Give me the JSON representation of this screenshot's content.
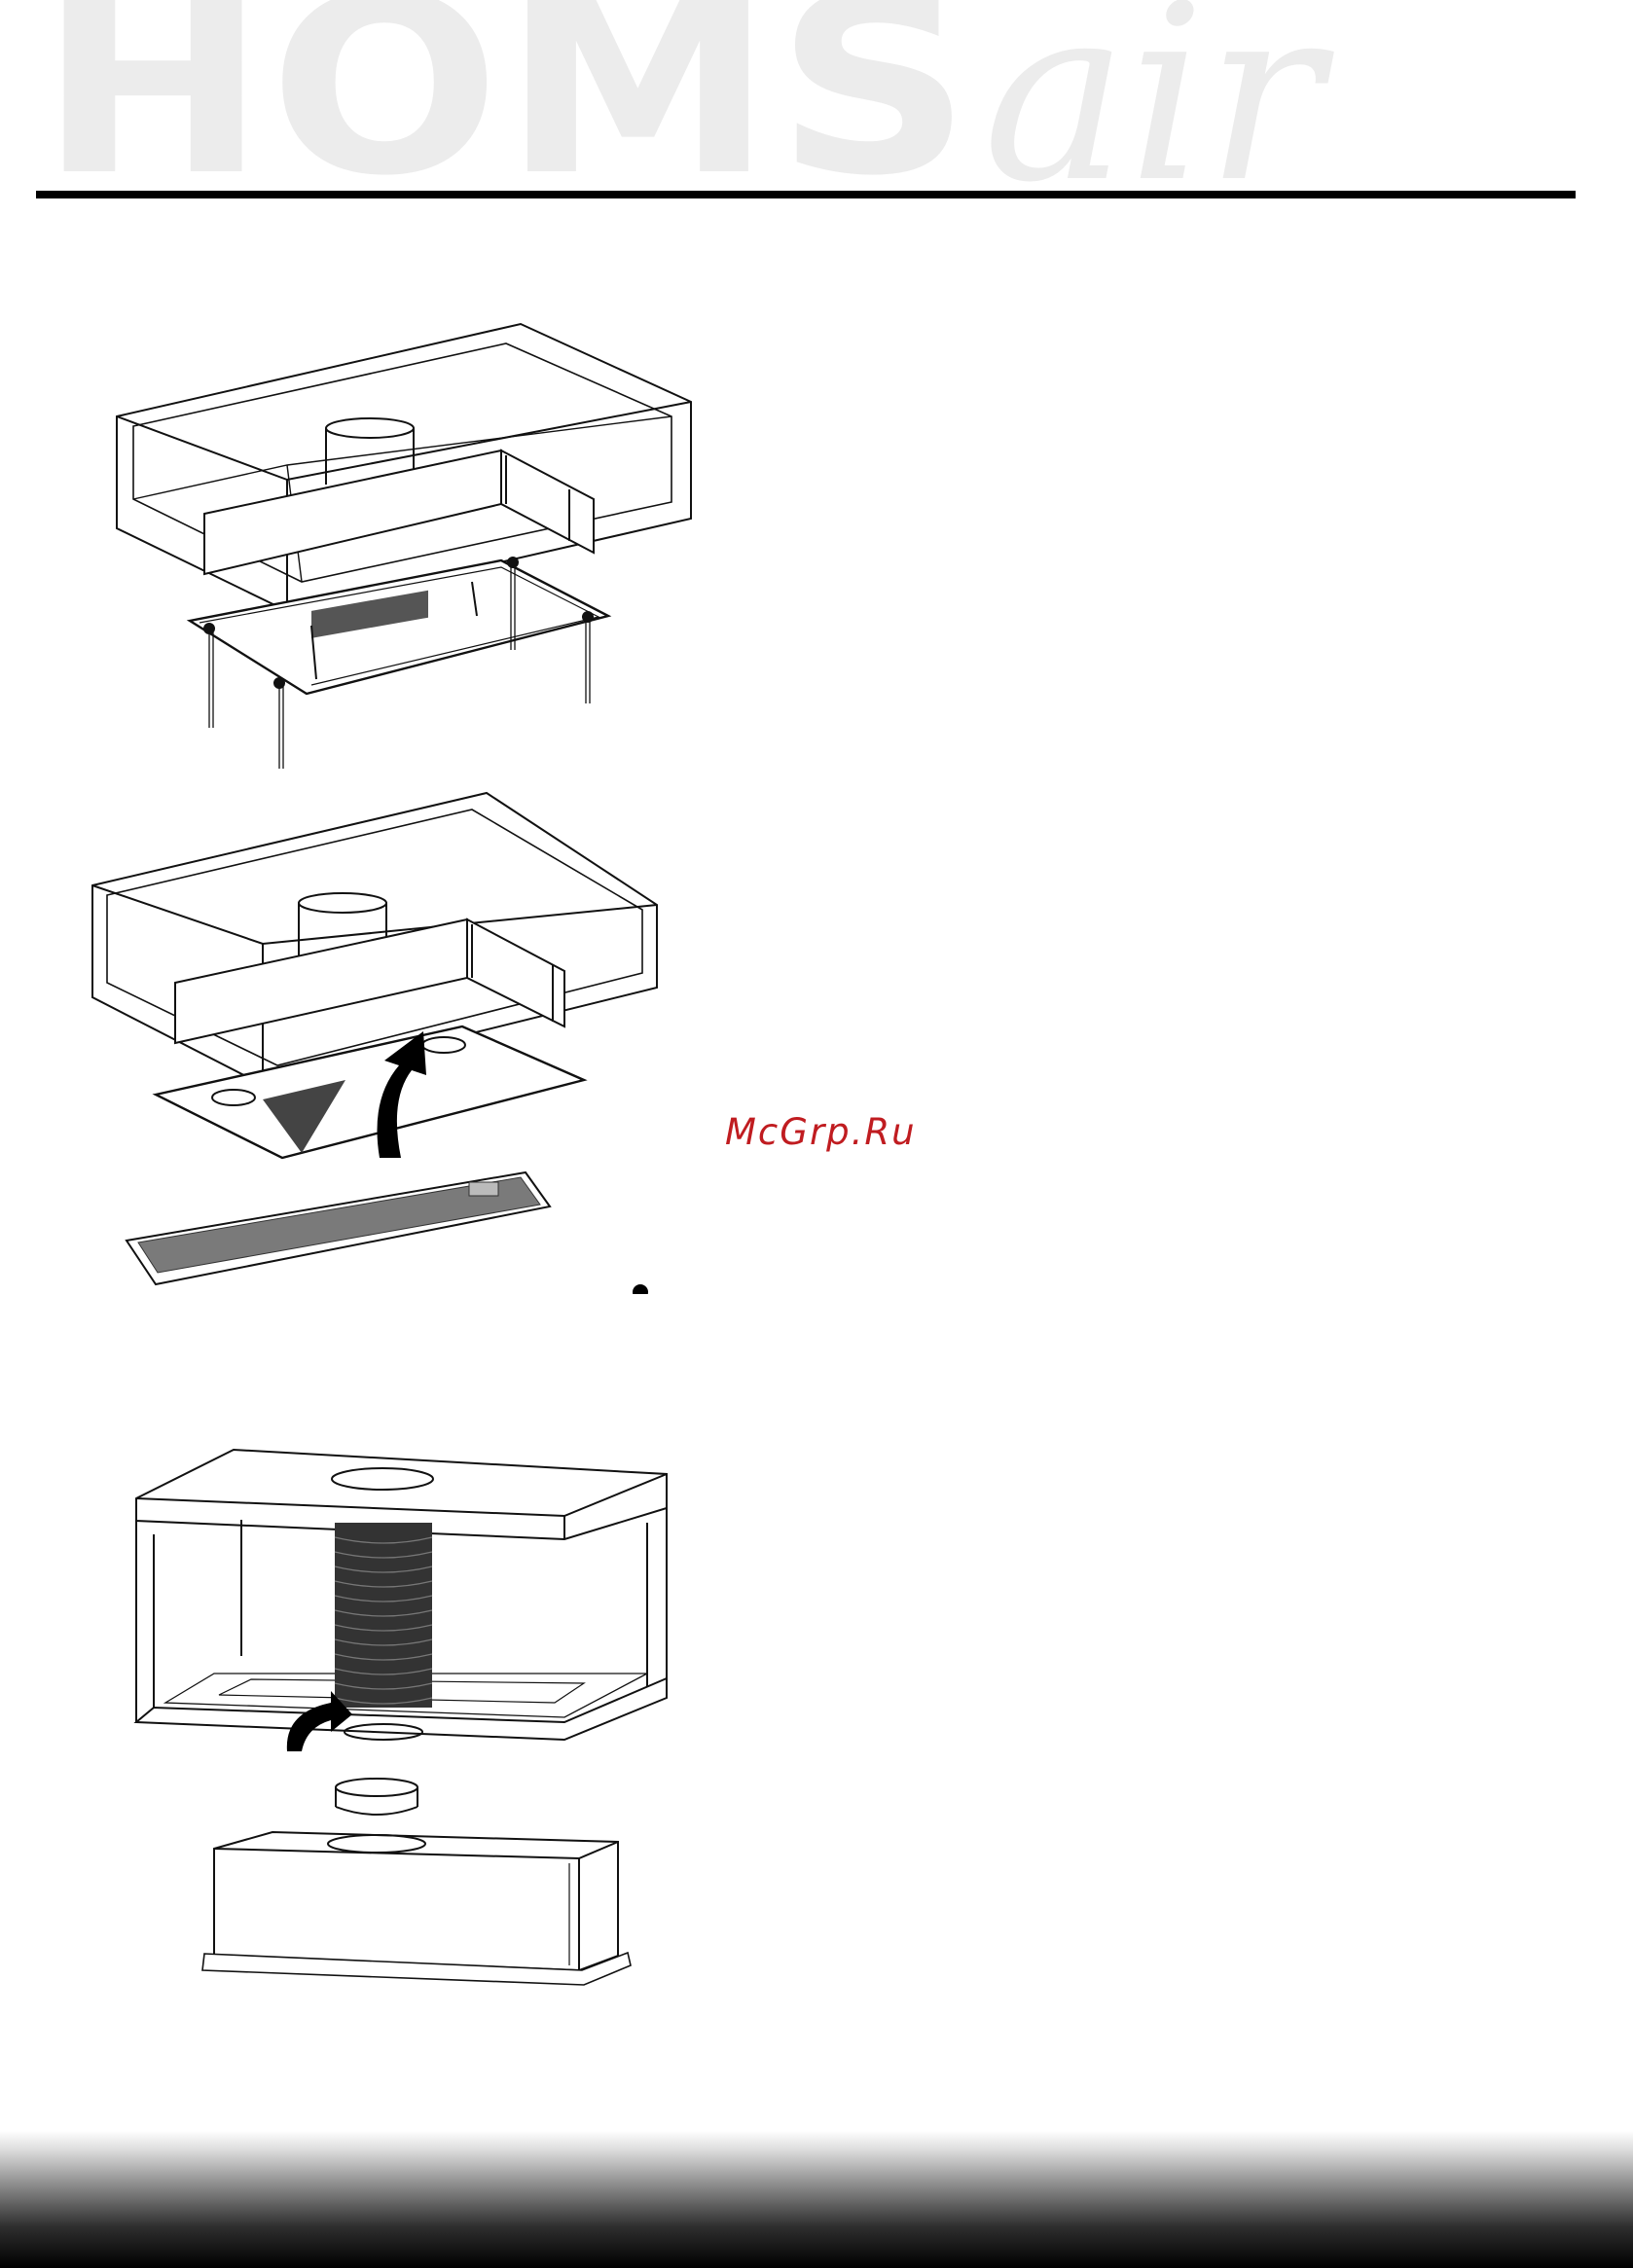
{
  "brand": {
    "name": "HOMS",
    "script": "air"
  },
  "watermark": "McGrp.Ru",
  "figures": [
    {
      "id": "fig-1",
      "icon": "mounting-screws-diagram"
    },
    {
      "id": "fig-2",
      "icon": "filter-installation-diagram"
    },
    {
      "id": "fig-3",
      "icon": "duct-connection-diagram"
    }
  ]
}
